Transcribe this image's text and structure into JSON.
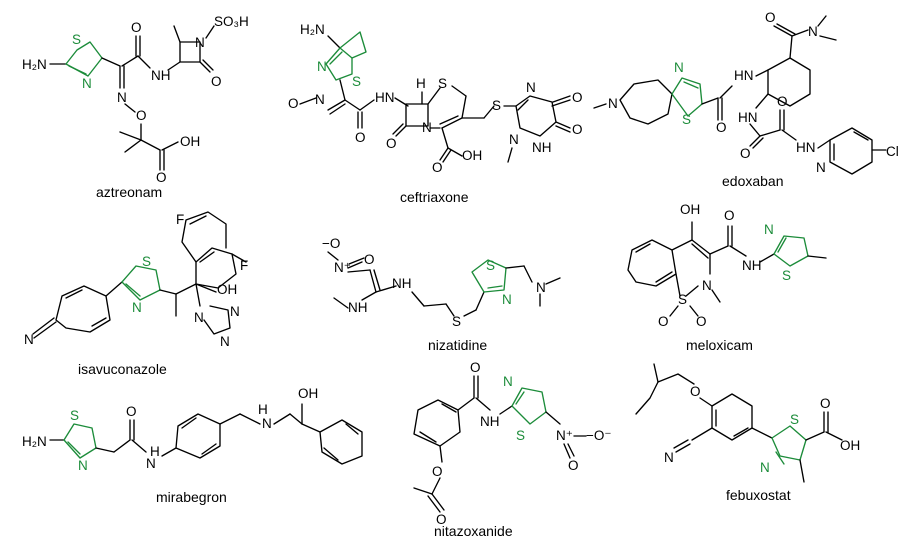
{
  "colors": {
    "thiazole": "#1c8c3a",
    "bonds": "#000000",
    "background": "#ffffff"
  },
  "compounds": [
    {
      "id": "aztreonam",
      "name": "aztreonam"
    },
    {
      "id": "ceftriaxone",
      "name": "ceftriaxone"
    },
    {
      "id": "edoxaban",
      "name": "edoxaban"
    },
    {
      "id": "isavuconazole",
      "name": "isavuconazole"
    },
    {
      "id": "nizatidine",
      "name": "nizatidine"
    },
    {
      "id": "meloxicam",
      "name": "meloxicam"
    },
    {
      "id": "mirabegron",
      "name": "mirabegron"
    },
    {
      "id": "nitazoxanide",
      "name": "nitazoxanide"
    },
    {
      "id": "febuxostat",
      "name": "febuxostat"
    }
  ],
  "atoms": {
    "nh2": "H₂N",
    "n": "N",
    "s": "S",
    "o": "O",
    "h": "H",
    "oh": "OH",
    "nh": "NH",
    "hn": "HN",
    "f": "F",
    "cl": "Cl",
    "so3h": "SO₃H",
    "nplus": "N⁺",
    "ominus": "−O",
    "ominus_r": "−O⁻"
  }
}
